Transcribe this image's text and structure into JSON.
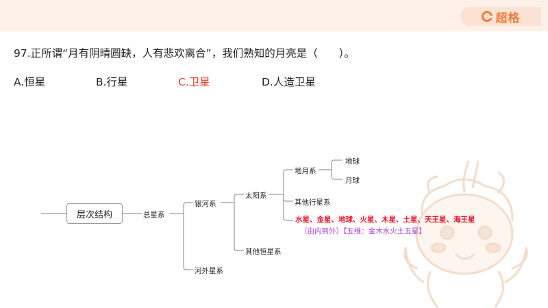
{
  "brand": {
    "name": "超格",
    "icon": "brand-g-icon",
    "color": "#f07c3e"
  },
  "question": {
    "text": "97.正所谓“月有阴晴圆缺，人有悲欢离合”，我们熟知的月亮是（　　）。",
    "options": [
      {
        "label": "A.恒星",
        "correct": false
      },
      {
        "label": "B.行星",
        "correct": false
      },
      {
        "label": "C.卫星",
        "correct": true
      },
      {
        "label": "D.人造卫星",
        "correct": false
      }
    ],
    "correct_color": "#e8382c"
  },
  "mindmap": {
    "root": "层次结构",
    "total": "总星系",
    "galaxy": "银河系",
    "extragalactic": "河外星系",
    "solar": "太阳系",
    "other_stars": "其他恒星系",
    "earth_moon": "地月系",
    "earth": "地球",
    "moon": "月球",
    "other_planets": "其他行星系",
    "planets_line": "水星、金星、地球、火星、木星、土星、天王星、海王星",
    "planets_note": "（由内到外）【五维：金木水火土五星】",
    "planets_color": "#e0162b",
    "note_color": "#b03fd6"
  }
}
